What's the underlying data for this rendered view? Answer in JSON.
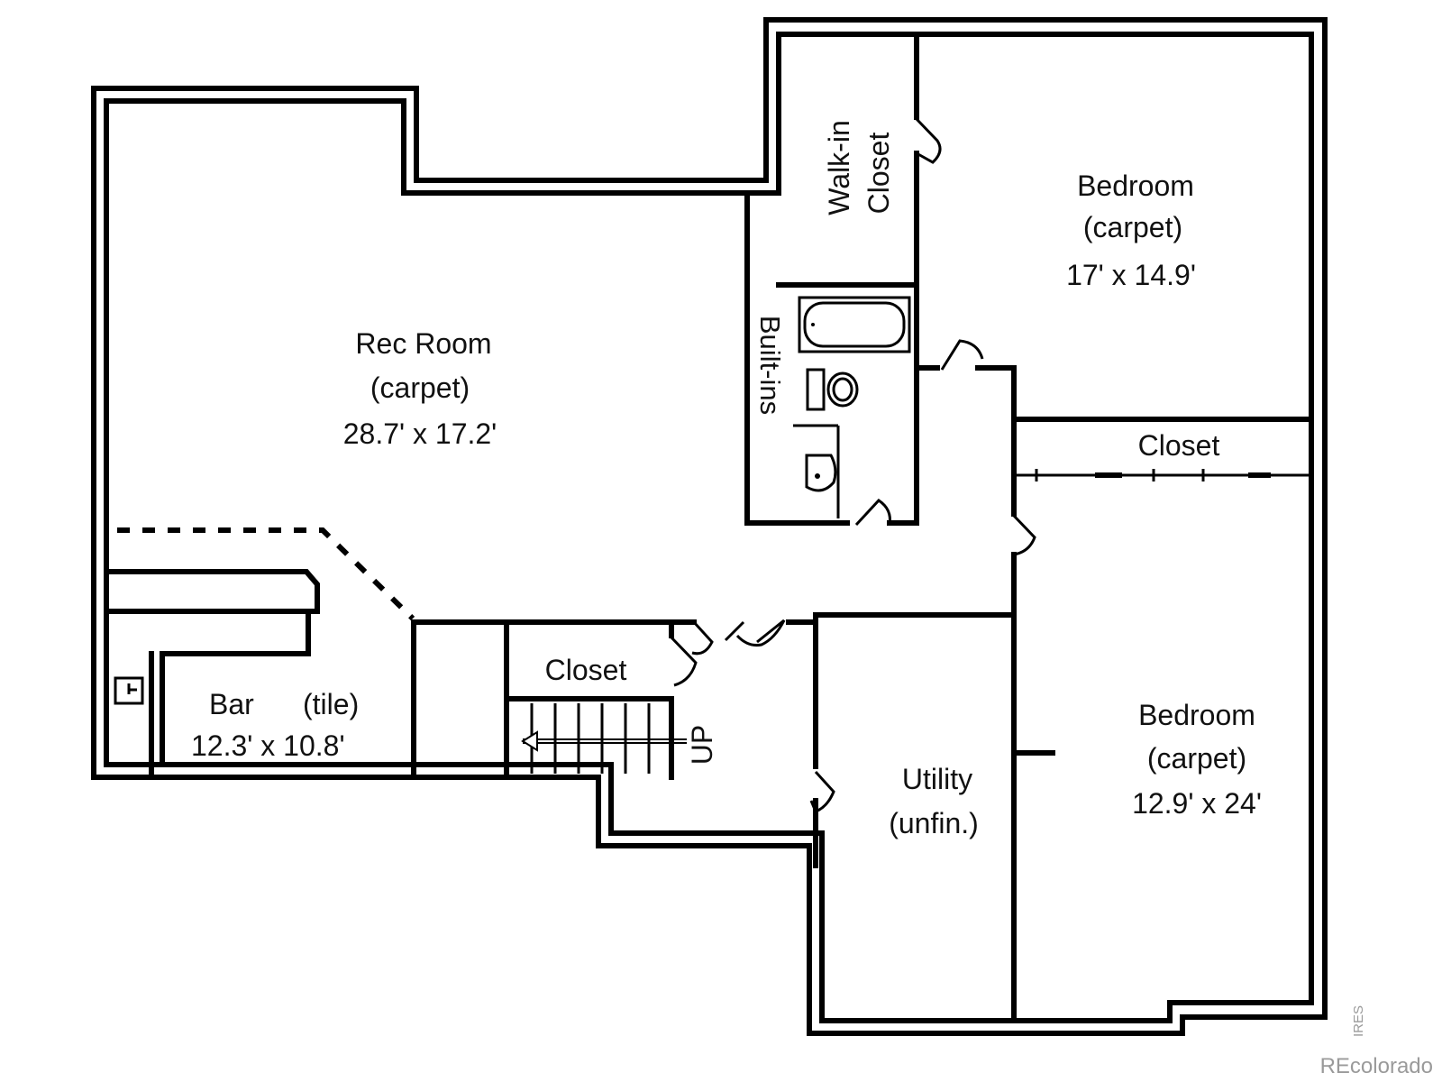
{
  "rooms": {
    "rec_room": {
      "name": "Rec Room",
      "floor": "(carpet)",
      "size": "28.7' x 17.2'"
    },
    "bedroom_upper": {
      "name": "Bedroom",
      "floor": "(carpet)",
      "size": "17' x 14.9'"
    },
    "bedroom_lower": {
      "name": "Bedroom",
      "floor": "(carpet)",
      "size": "12.9' x 24'"
    },
    "bar": {
      "name": "Bar",
      "floor": "(tile)",
      "size": "12.3' x 10.8'"
    },
    "utility": {
      "name": "Utility",
      "floor": "(unfin.)"
    },
    "closet_bedroom": {
      "name": "Closet"
    },
    "closet_stairs": {
      "name": "Closet"
    },
    "walk_in_closet": {
      "line1": "Walk-in",
      "line2": "Closet"
    },
    "built_ins": {
      "name": "Built-ins"
    }
  },
  "stairs": {
    "label": "UP"
  },
  "watermark": {
    "brand": "REcolorado",
    "side": "IRES"
  }
}
